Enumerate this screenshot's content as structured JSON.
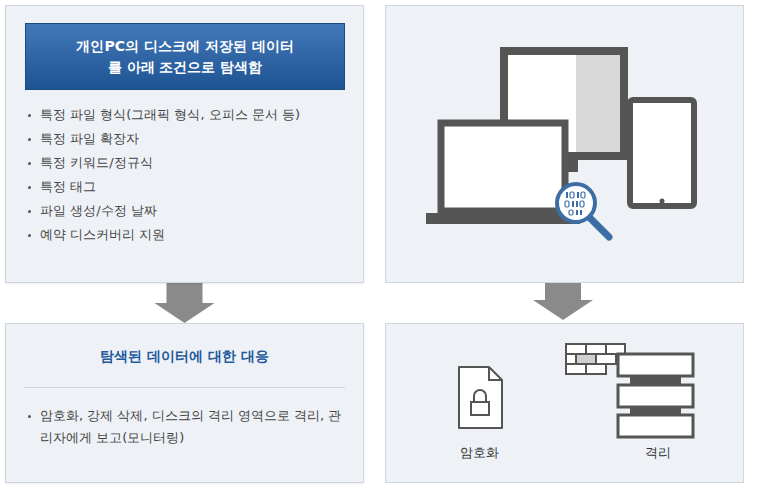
{
  "diagram": {
    "nodes": [
      {
        "text": [
          "특정 파일 형식(그래픽 형식, 오피스 문서 등)",
          "특정 파일 확장자",
          "특정 키워드/정규식",
          "특정 태그",
          "파일 생성/수정 날짜",
          "예약 디스커버리 지원"
        ]
      },
      {
        "text": [
          "개인PC의 디스크에 저장된 데이터를 아래 조건으로 탐색함"
        ],
        "in": 0
      },
      {
        "text": [
          "탐색된 데이터에 대한 대응",
          "암호화, 강제 삭제, 디스크의 격리 영역으로 격리, 관리자에게 보고(모니터링)"
        ]
      },
      {
        "text": [
          "암호화",
          "격리"
        ]
      }
    ],
    "edges": [
      {
        "from": 0,
        "to": 2,
        "arrow": "to"
      }
    ]
  }
}
